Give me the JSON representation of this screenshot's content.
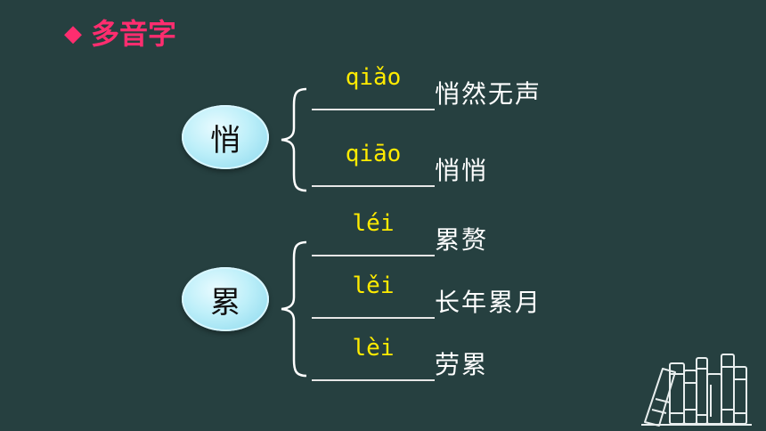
{
  "title": {
    "marker": "◆",
    "text": "多音字"
  },
  "groups": [
    {
      "character": "悄",
      "entries": [
        {
          "pinyin": "qiǎo",
          "word": "悄然无声"
        },
        {
          "pinyin": "qiāo",
          "word": "悄悄"
        }
      ]
    },
    {
      "character": "累",
      "entries": [
        {
          "pinyin": "léi",
          "word": "累赘"
        },
        {
          "pinyin": "lěi",
          "word": "长年累月"
        },
        {
          "pinyin": "lèi",
          "word": "劳累"
        }
      ]
    }
  ],
  "colors": {
    "background": "#264040",
    "title": "#ff2d6f",
    "pinyin": "#ffeb00",
    "text": "#ffffff"
  },
  "decoration": "books-icon"
}
